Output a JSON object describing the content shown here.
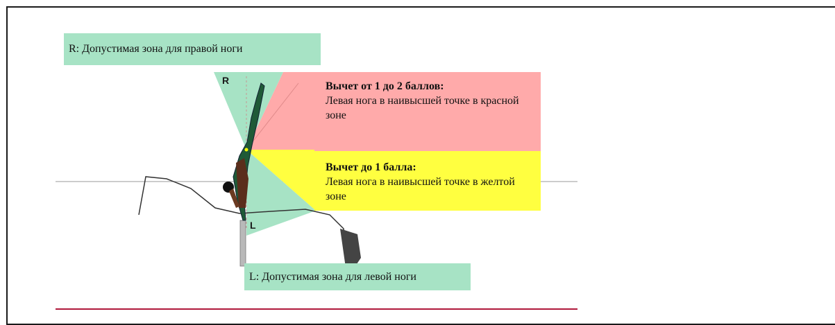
{
  "colors": {
    "safe_zone": "#a7e3c5",
    "red_zone": "#ffaaaa",
    "yellow_zone": "#ffff40",
    "bottom_rule": "#b0183a",
    "horizon_line": "#9a9a9a"
  },
  "zones": {
    "right_leg": {
      "marker": "R",
      "label": "R: Допустимая зона для правой ноги"
    },
    "left_leg": {
      "marker": "L",
      "label": "L: Допустимая зона для левой ноги"
    }
  },
  "deductions": [
    {
      "zone": "red",
      "title": "Вычет от 1 до 2 баллов:",
      "description": "Левая нога в наивысшей точке в красной зоне"
    },
    {
      "zone": "yellow",
      "title": "Вычет до 1 балла:",
      "description": "Левая нога в наивысшей точке в желтой зоне"
    }
  ]
}
